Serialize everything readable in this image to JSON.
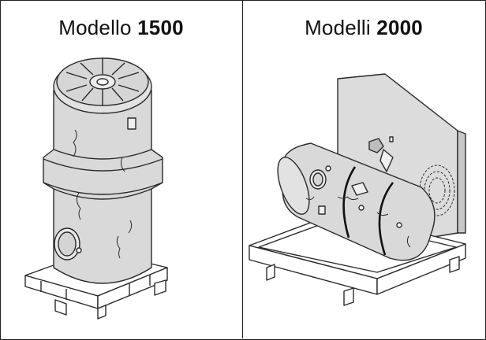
{
  "panels": {
    "left": {
      "word": "Modello",
      "number": "1500"
    },
    "right": {
      "word": "Modelli",
      "number": "2000"
    }
  },
  "colors": {
    "line": "#2a2a2a",
    "tank_fill": "#d9d9d9",
    "tank_shade": "#c4c4c4",
    "pallet_fill": "#ffffff"
  }
}
